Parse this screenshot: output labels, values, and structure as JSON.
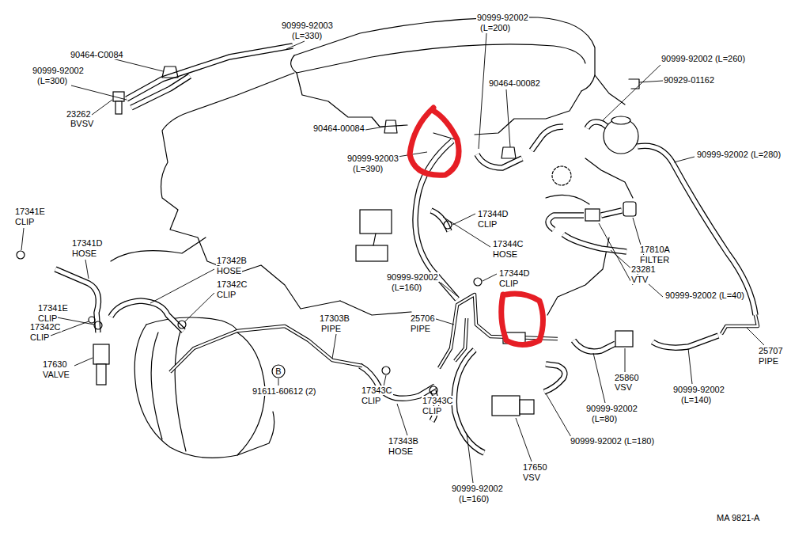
{
  "diagram": {
    "labels": [
      "90999-92003",
      "(L=330)",
      "90464-C0084",
      "90999-92002",
      "(L=300)",
      "23262",
      "BVSV",
      "90999-92002",
      "(L=200)",
      "90464-00082",
      "90999-92002 (L=260)",
      "90929-01162",
      "90464-00084",
      "90999-92003",
      "(L=390)",
      "90999-92002 (L=280)",
      "17341E",
      "CLIP",
      "17344D",
      "CLIP",
      "17341D",
      "HOSE",
      "17342B",
      "HOSE",
      "17344C",
      "HOSE",
      "17810A",
      "FILTER",
      "17342C",
      "CLIP",
      "90999-92002",
      "(L=160)",
      "17344D",
      "CLIP",
      "23281",
      "VTV",
      "17341E",
      "CLIP",
      "17342C",
      "CLIP",
      "17303B",
      "PIPE",
      "25706",
      "PIPE",
      "90999-92002 (L=40)",
      "25707",
      "PIPE",
      "17630",
      "VALVE",
      "B",
      "91611-60612 (2)",
      "17343C",
      "CLIP",
      "17343C",
      "CLIP",
      "25860",
      "VSV",
      "90999-92002",
      "(L=80)",
      "90999-92002",
      "(L=140)",
      "17343B",
      "HOSE",
      "90999-92002 (L=180)",
      "17650",
      "VSV",
      "90999-92002",
      "(L=160)",
      "MA 9821-A"
    ]
  }
}
